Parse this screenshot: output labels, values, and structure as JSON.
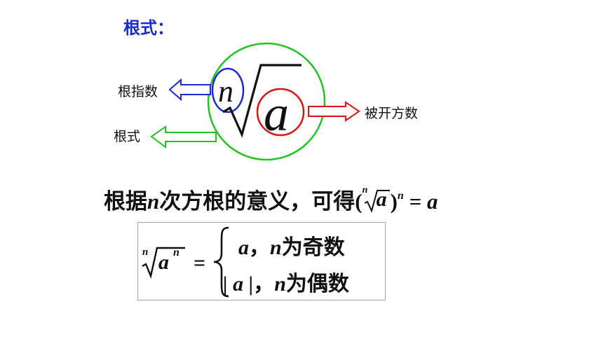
{
  "title": "根式：",
  "diagram": {
    "index_symbol": "n",
    "radicand_symbol": "a",
    "label_index": "根指数",
    "label_radical": "根式",
    "label_radicand": "被开方数",
    "colors": {
      "index": "#1a2bd6",
      "radical": "#22c422",
      "radicand": "#e01010",
      "text": "#111111"
    }
  },
  "statement": {
    "text": "根据",
    "var": "n",
    "text2": "次方根的意义，可得",
    "formula_lhs_open": "(",
    "root_index": "n",
    "radicand": "a",
    "formula_lhs_close": ")",
    "exponent": "n",
    "equals": " = ",
    "rhs": "a"
  },
  "cases": {
    "root_index": "n",
    "radicand": "a",
    "radicand_exp": "n",
    "equals": "=",
    "case1_value": "a",
    "case1_sep": "，",
    "case1_var": "n",
    "case1_cond": "为奇数",
    "case2_value": "| a |",
    "case2_sep": "，",
    "case2_var": "n",
    "case2_cond": "为偶数"
  }
}
